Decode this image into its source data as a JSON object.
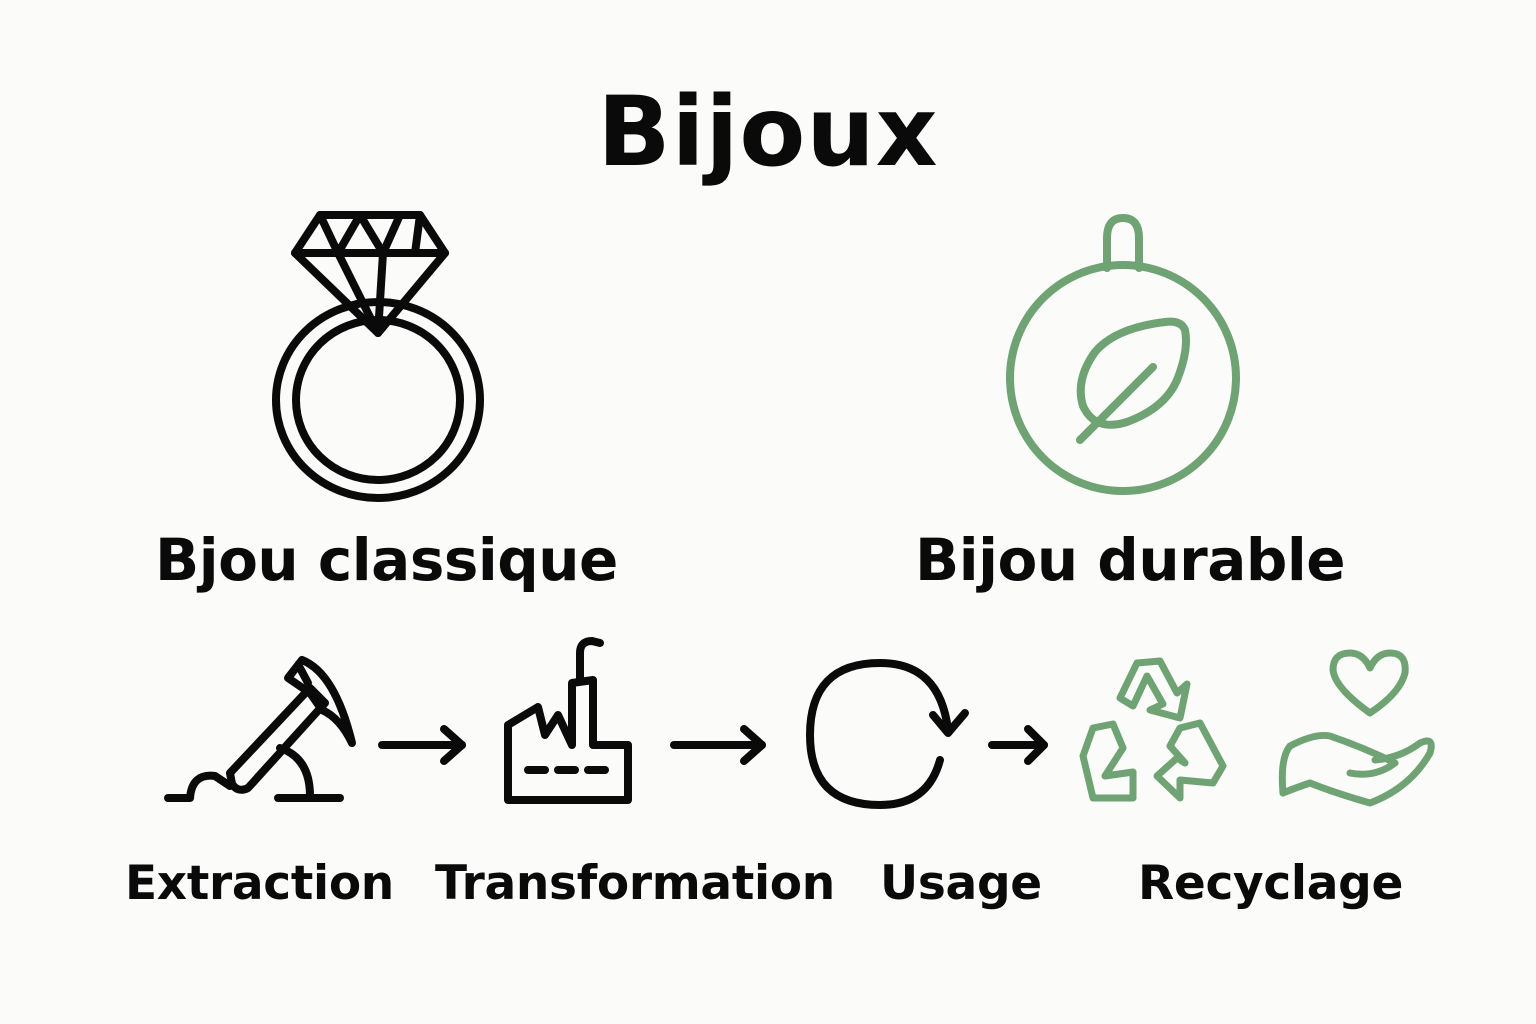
{
  "title": "Bijoux",
  "colors": {
    "background": "#fbfbf9",
    "ink": "#0a0a0a",
    "accent_green": "#6fa373"
  },
  "categories": [
    {
      "label": "Bjou classique",
      "icon": "diamond-ring-icon",
      "color": "#0a0a0a"
    },
    {
      "label": "Bijou durable",
      "icon": "leaf-pendant-icon",
      "color": "#6fa373"
    }
  ],
  "lifecycle": {
    "stages": [
      {
        "label": "Extraction",
        "icon": "pickaxe-icon",
        "color": "#0a0a0a"
      },
      {
        "label": "Transformation",
        "icon": "factory-icon",
        "color": "#0a0a0a"
      },
      {
        "label": "Usage",
        "icon": "cycle-arrow-icon",
        "color": "#0a0a0a"
      },
      {
        "label": "Recyclage",
        "icon": "recycle-icon",
        "color": "#6fa373",
        "secondary_icon": "heart-in-hand-icon"
      }
    ],
    "connector": "arrow-right-icon"
  }
}
